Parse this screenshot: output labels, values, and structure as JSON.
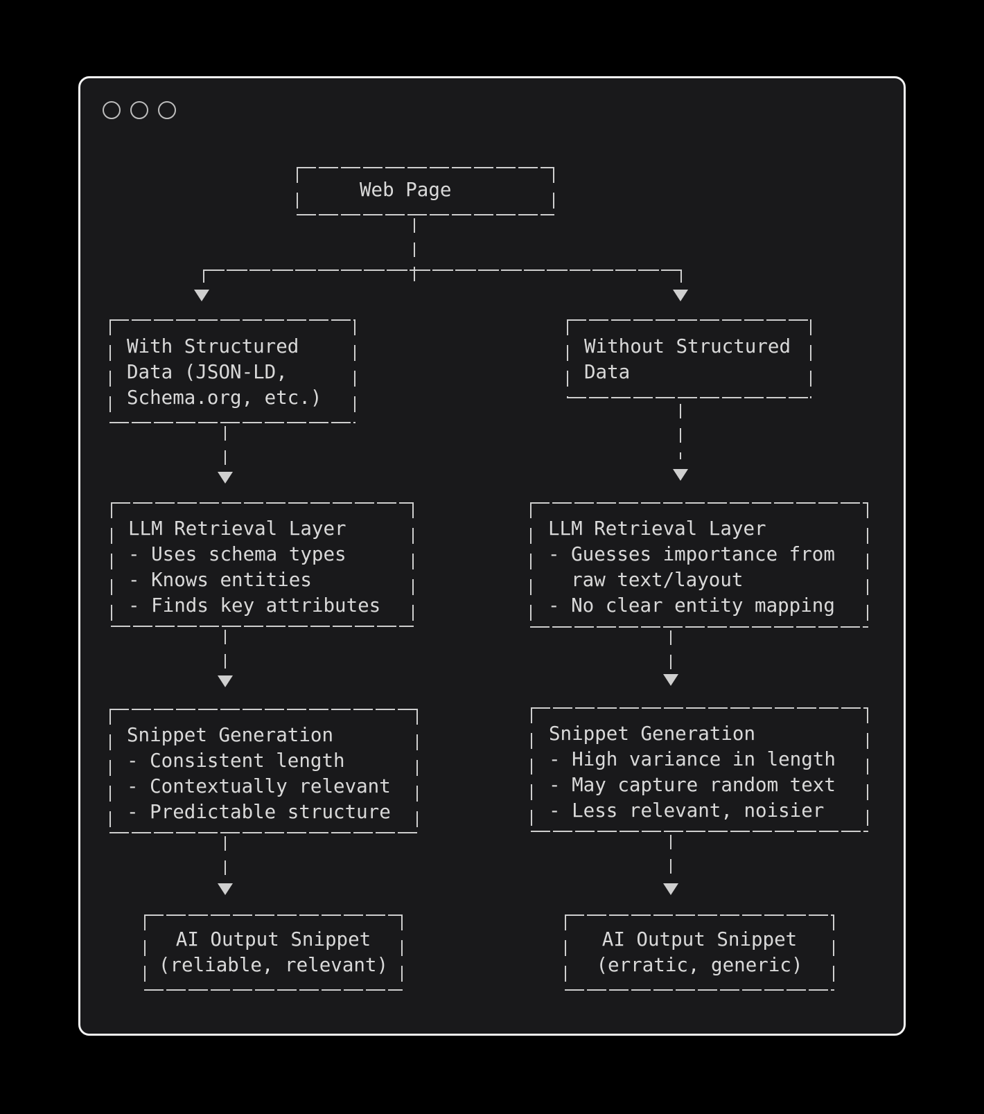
{
  "colors": {
    "background": "#000000",
    "window_bg": "#19191b",
    "window_border": "#f5f5f5",
    "line": "#cfcfcf",
    "text": "#d9d9d9",
    "control": "#bdbdbd"
  },
  "window": {
    "controls": [
      "close",
      "minimize",
      "maximize"
    ]
  },
  "nodes": {
    "web_page": {
      "lines": [
        "Web Page"
      ]
    },
    "with_structured": {
      "lines": [
        "With Structured",
        "Data (JSON-LD,",
        "Schema.org, etc.)"
      ]
    },
    "without_structured": {
      "lines": [
        "Without Structured",
        "Data"
      ]
    },
    "llm_left": {
      "lines": [
        "LLM Retrieval Layer",
        "- Uses schema types",
        "- Knows entities",
        "- Finds key attributes"
      ]
    },
    "llm_right": {
      "lines": [
        "LLM Retrieval Layer",
        "- Guesses importance from",
        "  raw text/layout",
        "- No clear entity mapping"
      ]
    },
    "snippet_left": {
      "lines": [
        "Snippet Generation",
        "- Consistent length",
        "- Contextually relevant",
        "- Predictable structure"
      ]
    },
    "snippet_right": {
      "lines": [
        "Snippet Generation",
        "- High variance in length",
        "- May capture random text",
        "- Less relevant, noisier"
      ]
    },
    "ai_left": {
      "lines": [
        "AI Output Snippet",
        "(reliable, relevant)"
      ]
    },
    "ai_right": {
      "lines": [
        "AI Output Snippet",
        "(erratic, generic)"
      ]
    }
  }
}
